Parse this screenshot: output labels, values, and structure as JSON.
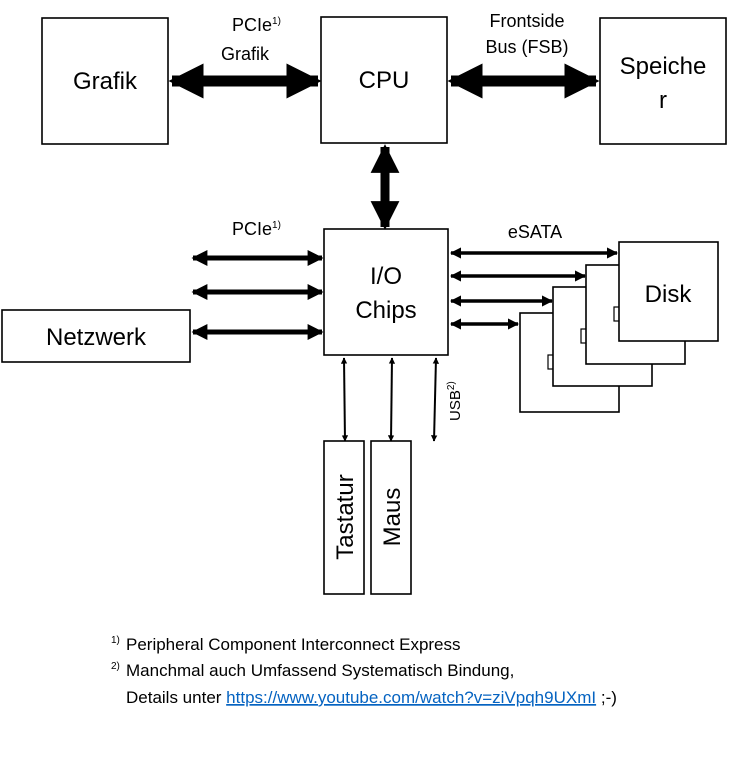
{
  "nodes": {
    "grafik": "Grafik",
    "cpu": "CPU",
    "speicher_line1": "Speiche",
    "speicher_line2": "r",
    "io_line1": "I/O",
    "io_line2": "Chips",
    "netzwerk": "Netzwerk",
    "disk": "Disk",
    "tastatur": "Tastatur",
    "maus": "Maus"
  },
  "connections": {
    "pcie_grafik_line1": "PCIe",
    "pcie_grafik_sup": "1)",
    "pcie_grafik_line2": "Grafik",
    "fsb_line1": "Frontside",
    "fsb_line2": "Bus (FSB)",
    "pcie": "PCIe",
    "pcie_sup": "1)",
    "esata": "eSATA",
    "usb": "USB",
    "usb_sup": "2)"
  },
  "footnotes": {
    "fn1_marker": "1)",
    "fn1_text": "Peripheral Component Interconnect Express",
    "fn2_marker": "2)",
    "fn2_text": "Manchmal auch Umfassend Systematisch Bindung,",
    "fn2_details": "Details unter",
    "fn2_link": "https://www.youtube.com/watch?v=ziVpqh9UXmI",
    "fn2_suffix": ";-)"
  },
  "colors": {
    "link": "#0563c1",
    "stroke": "#000000"
  }
}
